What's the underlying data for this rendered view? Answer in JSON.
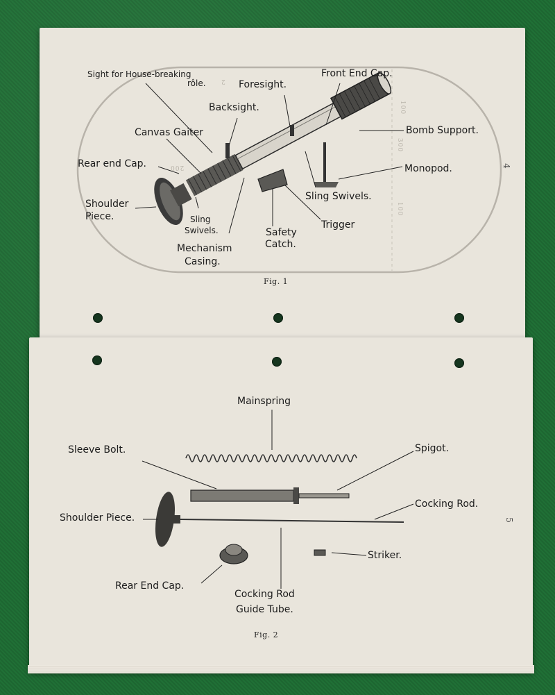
{
  "top_page": {
    "figure_caption": "Fig. 1",
    "page_number": "4",
    "labels": {
      "sight_house_breaking": "Sight for House-breaking",
      "sight_role": "rôle.",
      "foresight": "Foresight.",
      "front_end_cap": "Front End Cap.",
      "backsight": "Backsight.",
      "canvas_gaiter": "Canvas Gaiter",
      "bomb_support": "Bomb Support.",
      "rear_end_cap": "Rear end Cap.",
      "monopod": "Monopod.",
      "shoulder": "Shoulder",
      "piece": "Piece.",
      "sling_swivels_right": "Sling Swivels.",
      "sling": "Sling",
      "swivels": "Swivels.",
      "trigger": "Trigger",
      "safety": "Safety",
      "catch": "Catch.",
      "mechanism": "Mechanism",
      "casing": "Casing."
    },
    "range_marks": {
      "m100_left": "100",
      "m200": "200",
      "m300": "300",
      "m100_right": "100",
      "m2": "2"
    }
  },
  "bottom_page": {
    "figure_caption": "Fig. 2",
    "page_number": "5",
    "labels": {
      "mainspring": "Mainspring",
      "sleeve_bolt": "Sleeve Bolt.",
      "spigot": "Spigot.",
      "cocking_rod": "Cocking Rod.",
      "shoulder_piece": "Shoulder Piece.",
      "striker": "Striker.",
      "rear_end_cap": "Rear End Cap.",
      "cocking_rod_guide": "Cocking Rod",
      "guide_tube": "Guide Tube."
    }
  },
  "colors": {
    "baize": "#1f6b33",
    "paper": "#e9e5dc",
    "ink": "#1c1c1c",
    "target_outline": "#b8b3aa"
  }
}
